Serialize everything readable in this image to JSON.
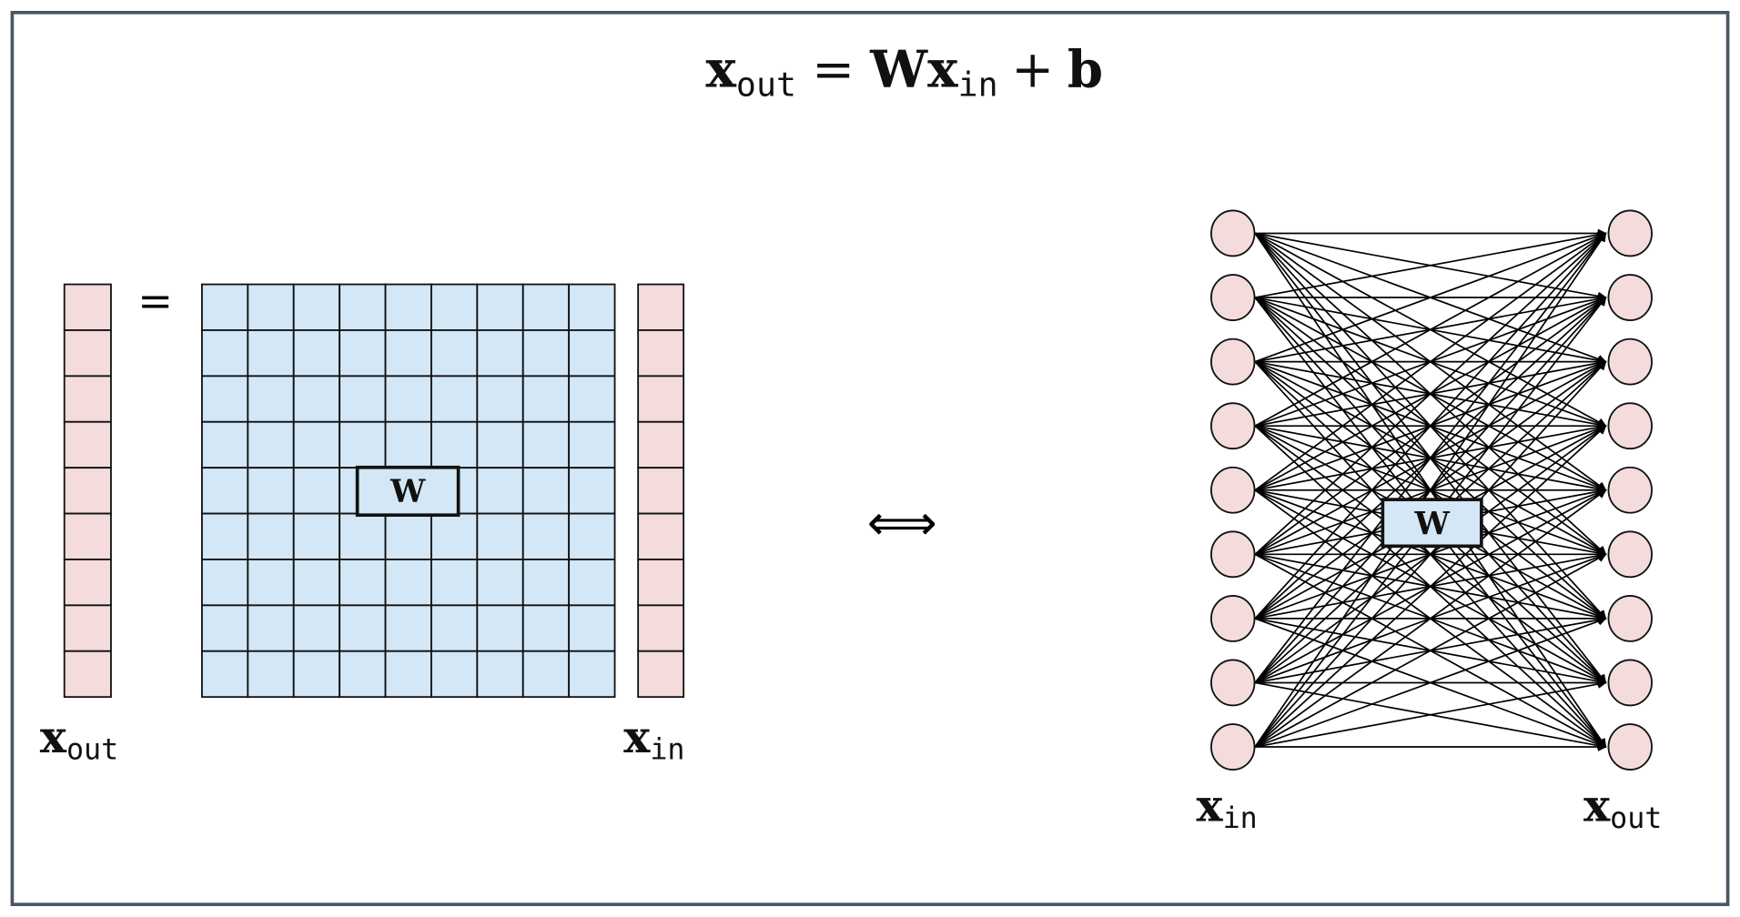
{
  "equation": {
    "lhs_var": "x",
    "lhs_sub": "out",
    "equals": "=",
    "weight": "W",
    "rhs_var": "x",
    "rhs_sub": "in",
    "plus": "+",
    "bias": "b"
  },
  "matrix_view": {
    "equals": "=",
    "weight_label": "W",
    "out_label": {
      "var": "x",
      "sub": "out"
    },
    "in_label": {
      "var": "x",
      "sub": "in"
    },
    "rows": 9,
    "cols": 9
  },
  "equivalence": "⟺",
  "network_view": {
    "weight_label": "W",
    "in_label": {
      "var": "x",
      "sub": "in"
    },
    "out_label": {
      "var": "x",
      "sub": "out"
    },
    "input_nodes": 9,
    "output_nodes": 9
  },
  "colors": {
    "vector_fill": "#f4dcdc",
    "matrix_fill": "#d3e7f6",
    "frame": "#4b5563"
  }
}
